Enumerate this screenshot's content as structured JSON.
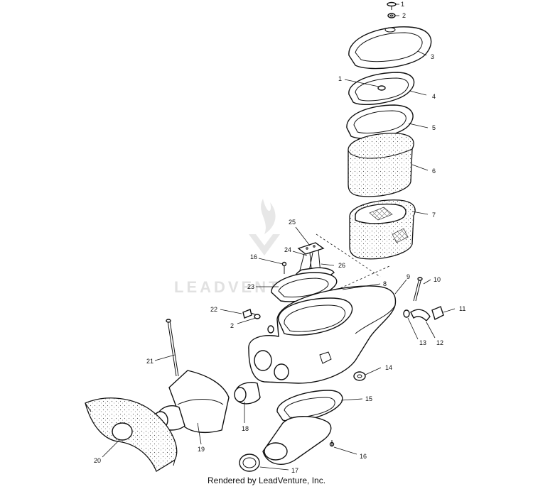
{
  "watermark": {
    "text": "LEADVENTURE"
  },
  "footer": {
    "text": "Rendered by LeadVenture, Inc."
  },
  "callouts": [
    "1",
    "2",
    "3",
    "1",
    "4",
    "5",
    "6",
    "7",
    "25",
    "24",
    "26",
    "16",
    "23",
    "8",
    "9",
    "10",
    "11",
    "22",
    "2",
    "12",
    "13",
    "21",
    "14",
    "15",
    "18",
    "19",
    "20",
    "16",
    "17"
  ]
}
